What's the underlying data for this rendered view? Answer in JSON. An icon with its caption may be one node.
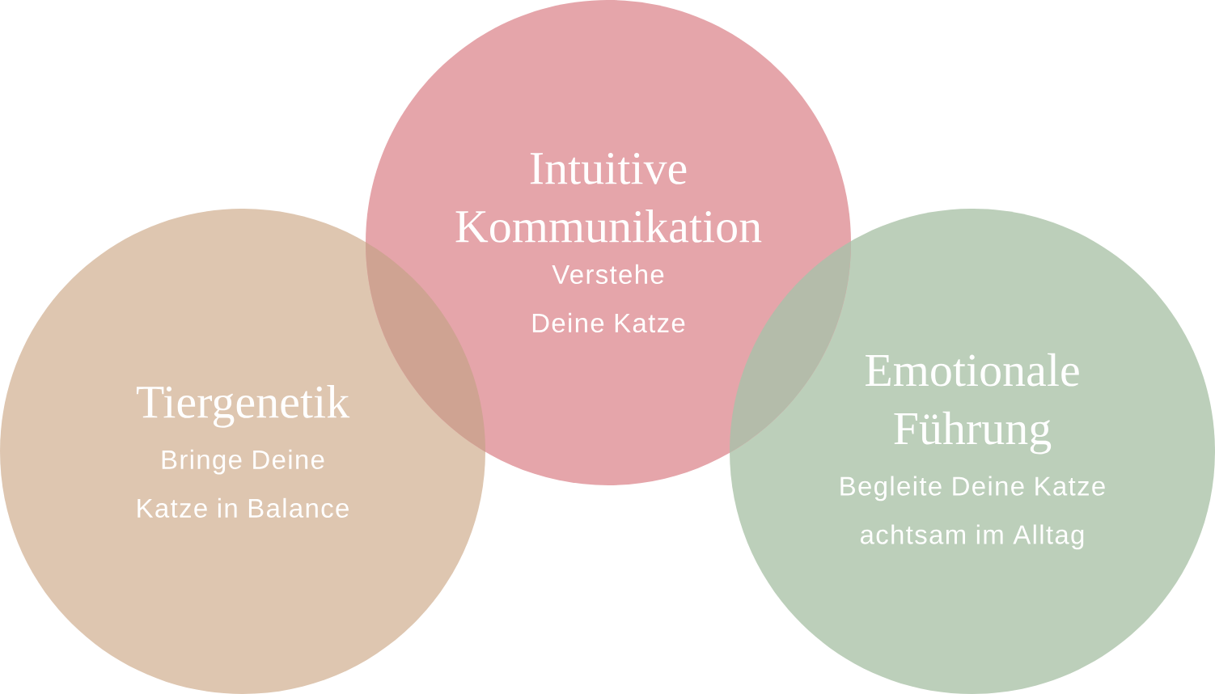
{
  "diagram": {
    "nodes": [
      {
        "text": [
          "Intuitive Kommunikation",
          "Verstehe Deine Katze"
        ]
      },
      {
        "text": [
          "Tiergenetik",
          "Bringe Deine Katze in Balance"
        ]
      },
      {
        "text": [
          "Emotionale Führung",
          "Begleite Deine Katze achtsam im Alltag"
        ]
      }
    ]
  }
}
